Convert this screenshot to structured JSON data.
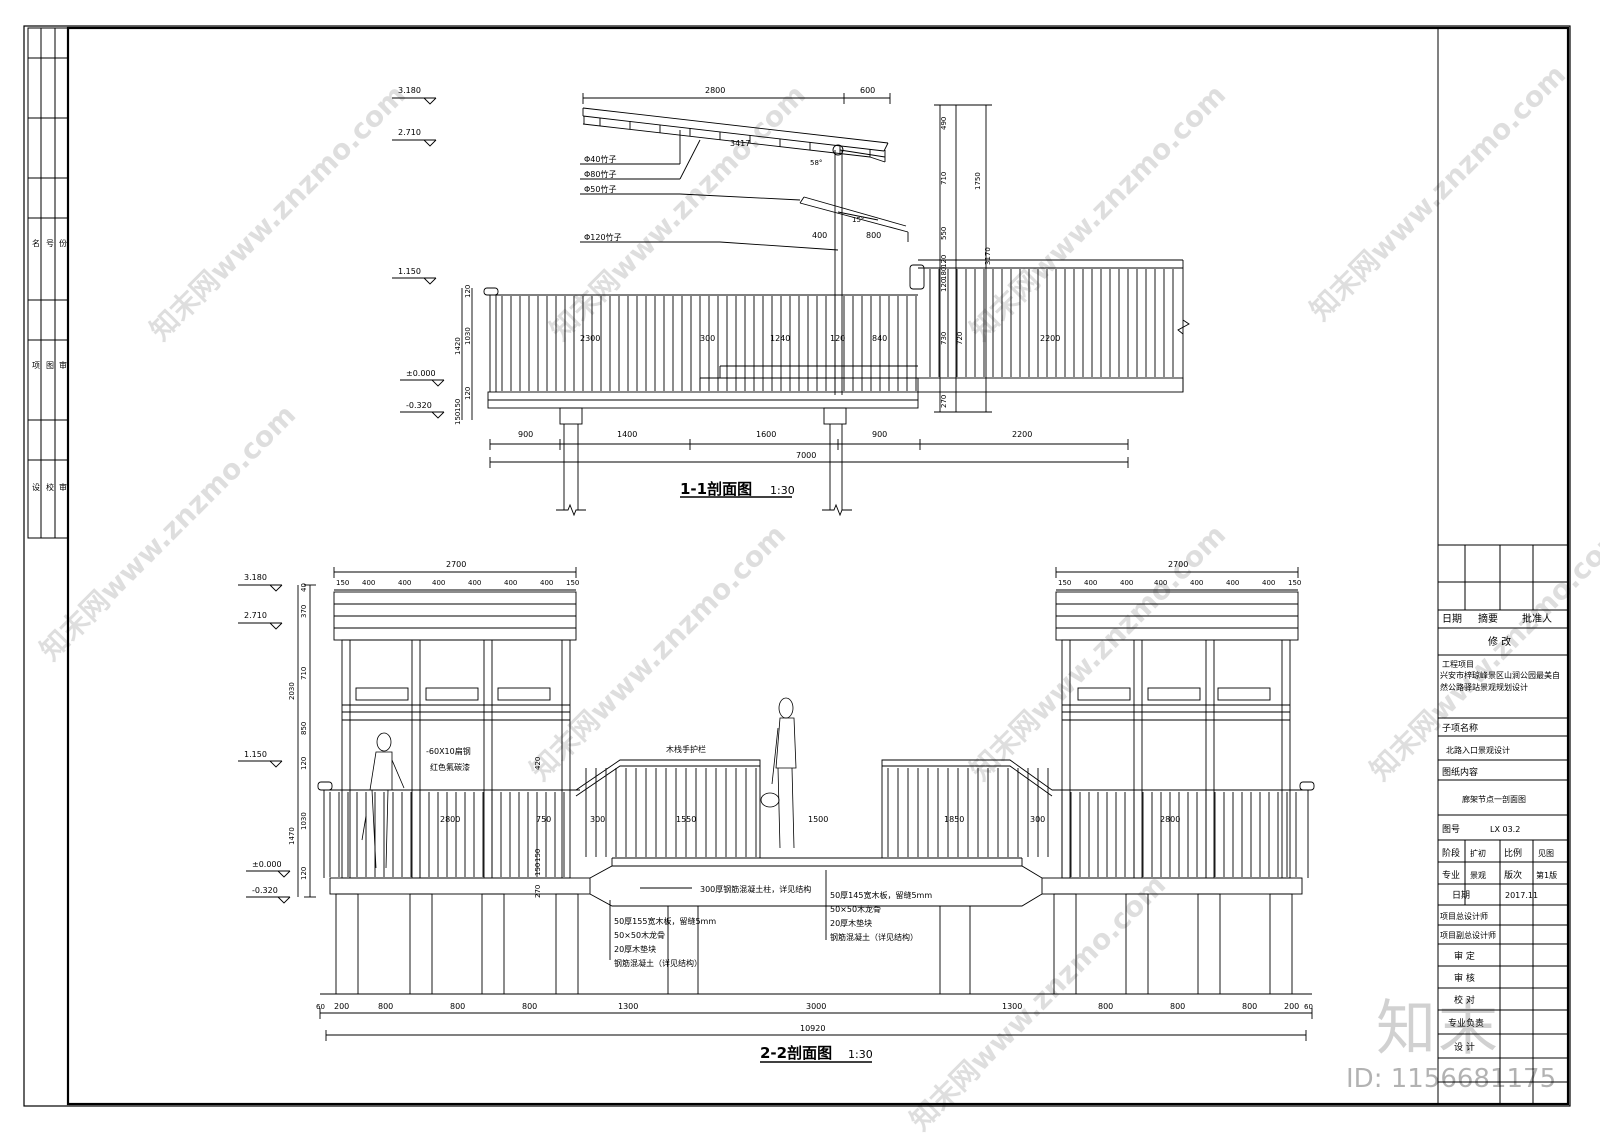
{
  "section_1": {
    "title": "1-1剖面图",
    "scale": "1:30",
    "levels": [
      "3.180",
      "2.710",
      "1.150",
      "±0.000",
      "-0.320"
    ],
    "top_dims": [
      "2800",
      "600"
    ],
    "roof_length": "3417",
    "eave_dims": [
      "400",
      "800"
    ],
    "bottom_dims": [
      "900",
      "1400",
      "1600",
      "900",
      "2200"
    ],
    "total_dim": "7000",
    "inner_dims": [
      "2300",
      "300",
      "1240",
      "120",
      "840",
      "2200"
    ],
    "left_vertical_dims": [
      "120",
      "1030",
      "1420",
      "120",
      "150",
      "150"
    ],
    "right_vertical_dims": [
      "490",
      "710",
      "550",
      "120",
      "180",
      "120",
      "730",
      "720",
      "270"
    ],
    "total_vertical_dims": [
      "1750",
      "3170"
    ],
    "callouts": [
      "Φ40竹子",
      "Φ80竹子",
      "Φ50竹子",
      "Φ120竹子"
    ],
    "angles": [
      "58°",
      "15°"
    ]
  },
  "section_2": {
    "title": "2-2剖面图",
    "scale": "1:30",
    "levels": [
      "3.180",
      "2.710",
      "1.150",
      "±0.000",
      "-0.320"
    ],
    "pavilion_width": "2700",
    "pavilion_dims": [
      "150",
      "400",
      "400",
      "400",
      "400",
      "400",
      "400",
      "150"
    ],
    "vertical_dims": [
      "40",
      "370",
      "710",
      "850",
      "120",
      "1030",
      "120",
      "2030",
      "1470"
    ],
    "inner_dims": [
      "2800",
      "750",
      "300",
      "1550",
      "1500",
      "1850",
      "300",
      "2800"
    ],
    "center_dims": [
      "420",
      "150",
      "150",
      "270"
    ],
    "bottom_dims": [
      "60",
      "200",
      "800",
      "800",
      "800",
      "1300",
      "3000",
      "1300",
      "800",
      "800",
      "800",
      "200",
      "60"
    ],
    "total_dim": "10920",
    "labels": {
      "handrail": "木栈手护栏",
      "flat_steel": "-60X10扁钢",
      "paint": "红色氟碳漆",
      "slab": "300厚钢筋混凝土柱，详见结构"
    },
    "left_notes": [
      "50厚155宽木板，留缝5mm",
      "50×50木龙骨",
      "20厚木垫块",
      "钢筋混凝土（详见结构）"
    ],
    "right_notes": [
      "50厚145宽木板，留缝5mm",
      "50×50木龙骨",
      "20厚木垫块",
      "钢筋混凝土（详见结构）"
    ]
  },
  "left_strip": {
    "row1": [
      "名",
      "号",
      "份"
    ],
    "row2": [
      "项",
      "图",
      "审"
    ],
    "row3": [
      "设",
      "校",
      "审"
    ]
  },
  "title_block": {
    "header": [
      "日期",
      "摘要",
      "批准人"
    ],
    "revision": "修 改",
    "project_label": "工程项目",
    "project_name": "兴安市梓琼峰景区山涧公园最美自然公路驿站景观规划设计",
    "subitem_label": "子项名称",
    "subitem_value": "北路入口景观设计",
    "content_label": "图纸内容",
    "content_value": "廊架节点一剖面图",
    "drawing_no_label": "图号",
    "drawing_no": "LX 03.2",
    "stage_label": "阶段",
    "stage_value": "扩初",
    "scale_label": "比例",
    "scale_value": "见图",
    "major_label": "专业",
    "major_value": "景观",
    "version_label": "版次",
    "version_value": "第1版",
    "date_label": "日期",
    "date_value": "2017.11",
    "roles": [
      "项目总设计师",
      "项目副总设计师",
      "审 定",
      "审 核",
      "校 对",
      "专业负责",
      "设 计"
    ]
  },
  "watermark": {
    "text": "知末网www.znzmo.com",
    "logo": "知末",
    "id": "ID: 1156681175"
  }
}
